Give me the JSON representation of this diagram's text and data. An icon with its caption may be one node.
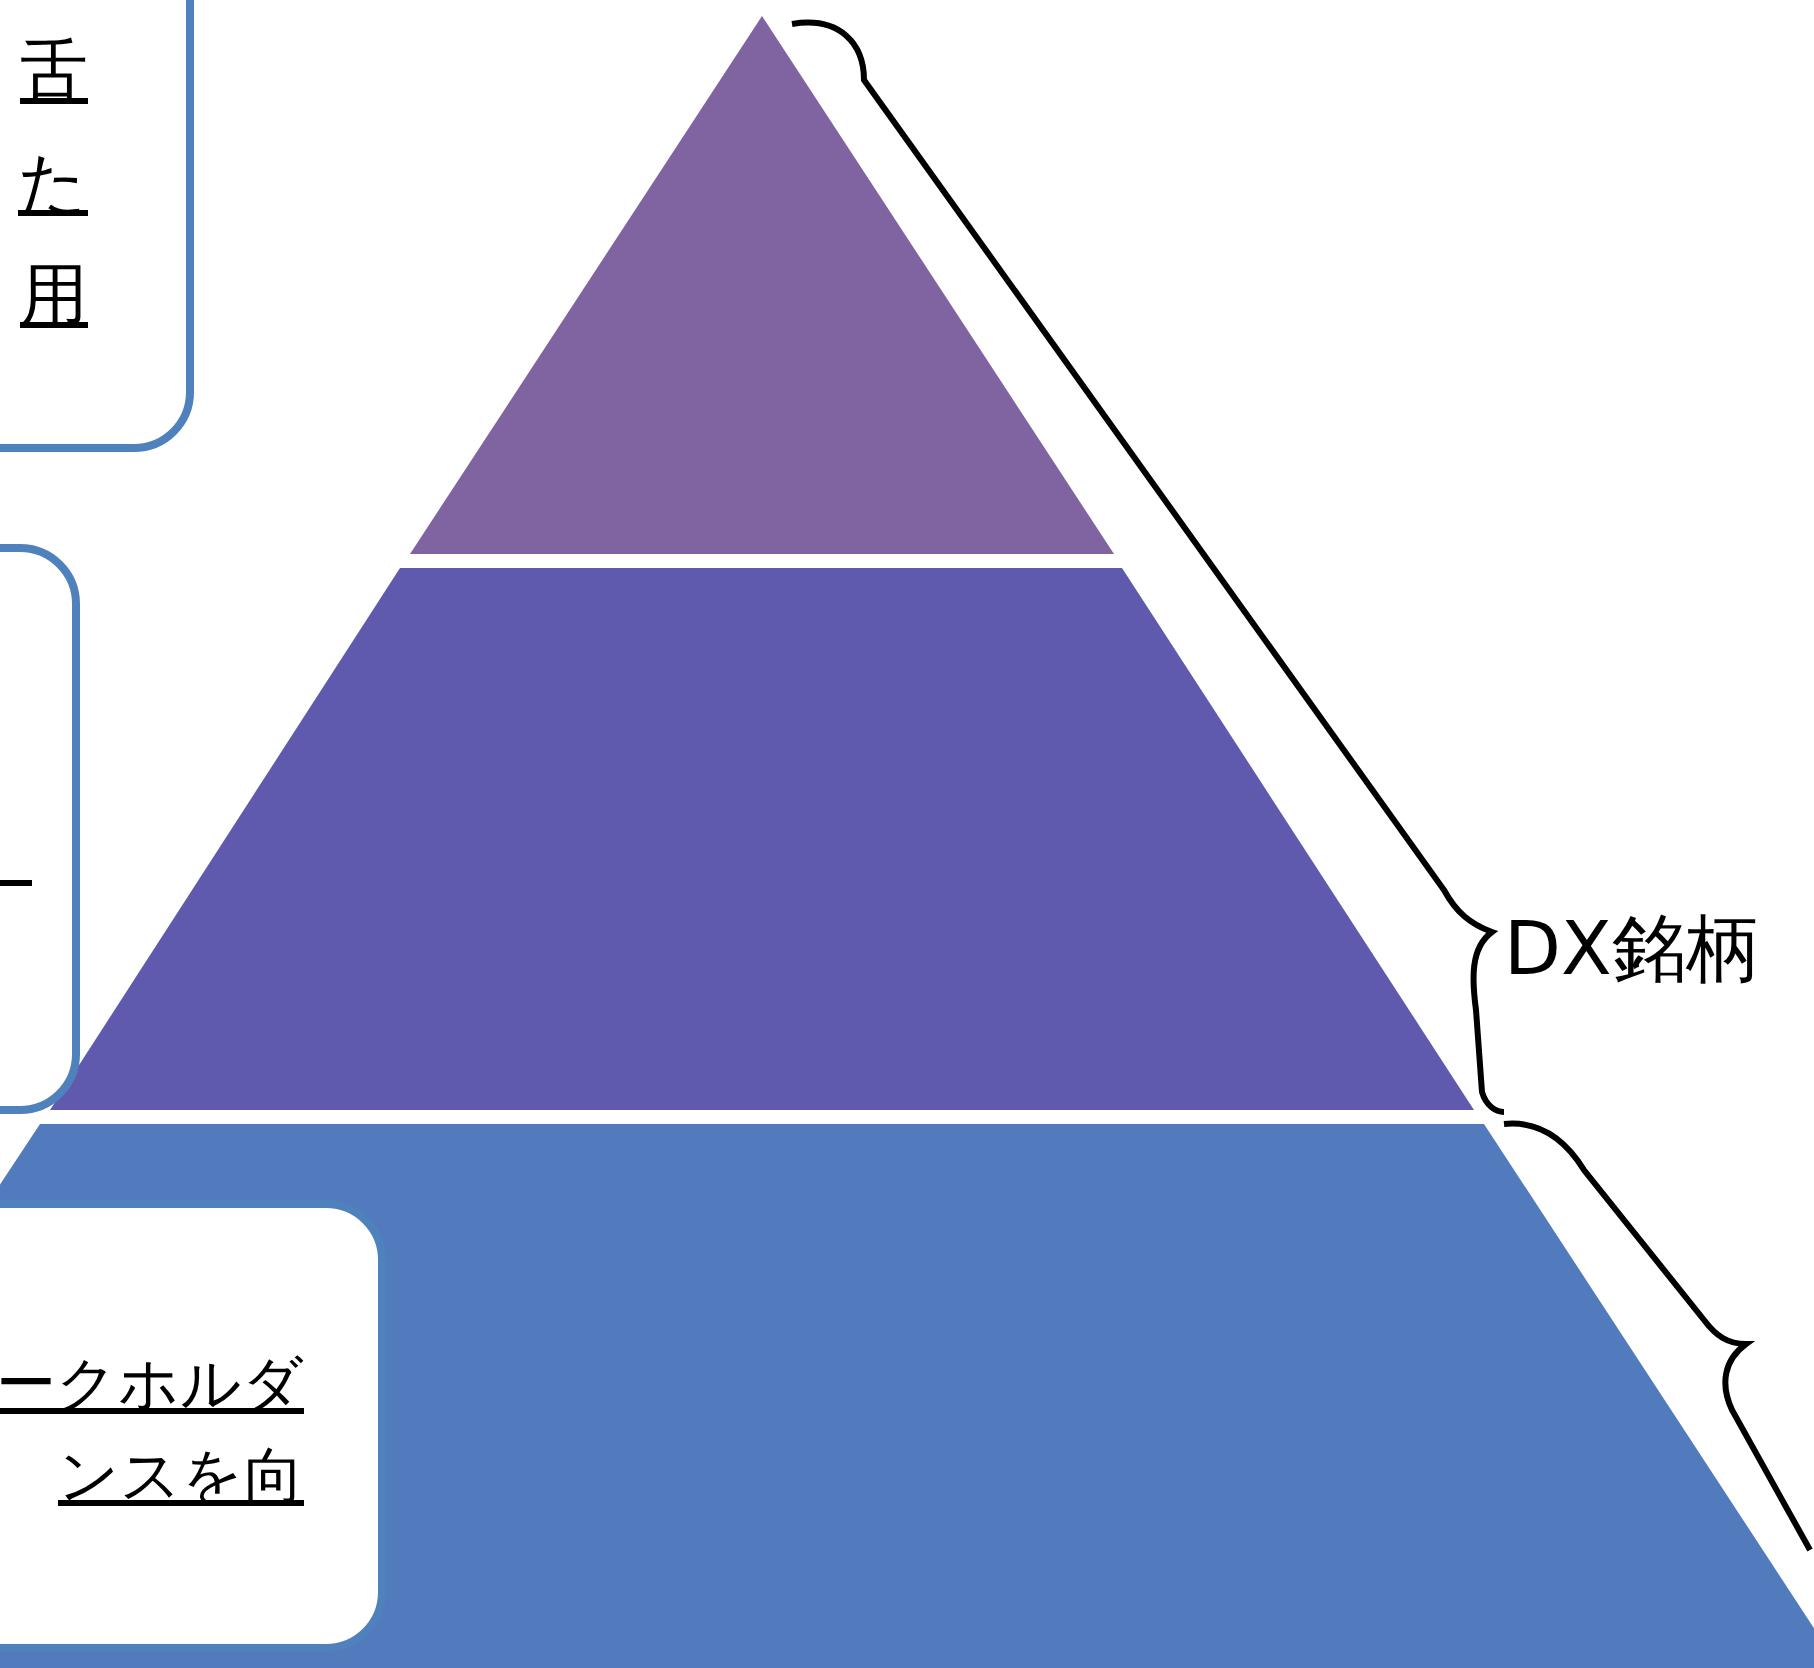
{
  "diagram": {
    "nodes": [
      {
        "text": [
          "舌た用"
        ]
      },
      {
        "text": [],
        "shape": "box"
      },
      {
        "text": [
          "ークホルダンスを向"
        ]
      }
    ],
    "labels": [
      "DX銘柄"
    ]
  }
}
